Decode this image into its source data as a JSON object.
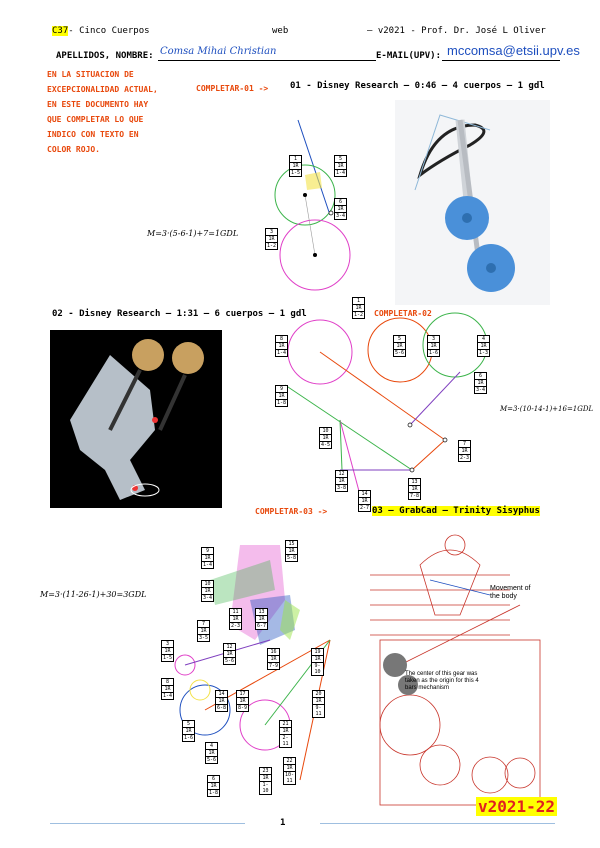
{
  "header": {
    "code": "C37",
    "title_suffix": "- Cinco Cuerpos",
    "web": "web",
    "version": "– v2021 - Prof. Dr. José L Oliver",
    "name_label": "APELLIDOS, NOMBRE:",
    "name_value": "Comsa Mihai Christian",
    "email_label": "E-MAIL(UPV):",
    "email_value": "mccomsa@etsii.upv.es"
  },
  "instructions": "EN LA SITUACION DE EXCEPCIONALIDAD ACTUAL, EN ESTE DOCUMENTO HAY QUE COMPLETAR LO QUE INDICO CON TEXTO EN COLOR ROJO.",
  "section1": {
    "completar": "COMPLETAR-01 ->",
    "title": "01 - Disney Research – 0:46 – 4 cuerpos – 1 gdl",
    "formula": "M=3·(5-6-1)+7=1GDL"
  },
  "section2": {
    "title": "02 - Disney Research – 1:31 – 6 cuerpos – 1 gdl",
    "completar": "COMPLETAR-02",
    "formula": "M=3·(10-14-1)+16=1GDL"
  },
  "section3": {
    "completar": "COMPLETAR-03 ->",
    "title": "03 – GrabCad – Trinity  Sisyphus",
    "formula": "M=3·(11-26-1)+30=3GDL",
    "annotation_movement": "Movement of the body",
    "annotation_center": "The center of this gear was taken as the origin for this 4 bars mechanism"
  },
  "footer": {
    "version": "v2021-22",
    "page": "1"
  },
  "colors": {
    "red": "#e8480c",
    "highlight": "#ffff00",
    "handwriting": "#1e4fbf"
  }
}
